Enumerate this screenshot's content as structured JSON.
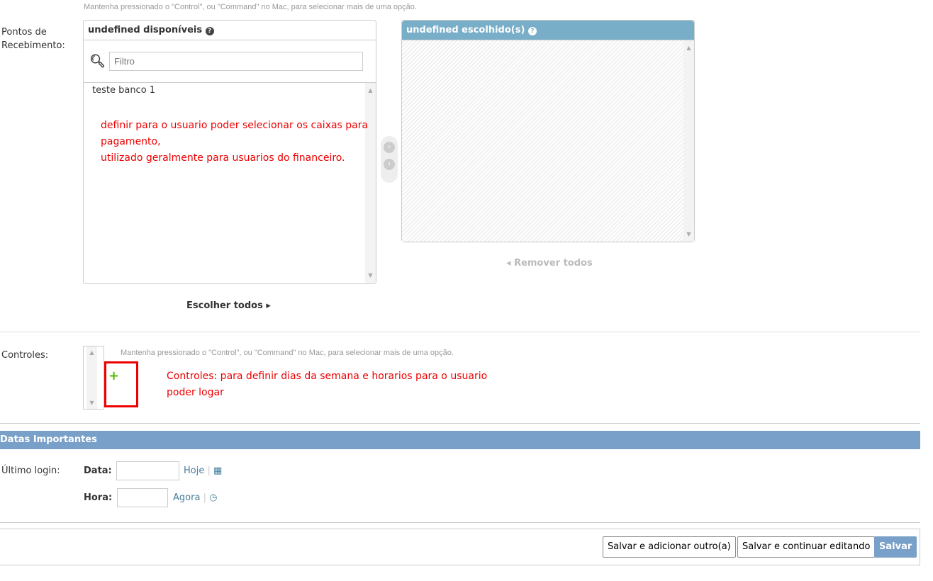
{
  "help_text": "Mantenha pressionado o \"Control\", ou \"Command\" no Mac, para selecionar mais de uma opção.",
  "pontos": {
    "label": "Pontos de Recebimento:",
    "available_title": "undefined disponíveis",
    "chosen_title": "undefined escolhido(s)",
    "filter_placeholder": "Filtro",
    "options": [
      "teste banco 1"
    ],
    "choose_all": "Escolher todos",
    "remove_all": "Remover todos",
    "annotation": [
      "definir para o usuario poder selecionar os caixas para",
      "pagamento,",
      "utilizado geralmente para usuarios do financeiro."
    ]
  },
  "controles": {
    "label": "Controles:",
    "add": "+",
    "annotation": [
      "Controles: para definir dias da semana e horarios para o usuario",
      "poder logar"
    ]
  },
  "datas": {
    "title": "Datas Importantes",
    "label": "Último login:",
    "date_label": "Data:",
    "today": "Hoje",
    "time_label": "Hora:",
    "now": "Agora",
    "sep": "|"
  },
  "buttons": {
    "save_add": "Salvar e adicionar outro(a)",
    "save_continue": "Salvar e continuar editando",
    "save": "Salvar"
  }
}
